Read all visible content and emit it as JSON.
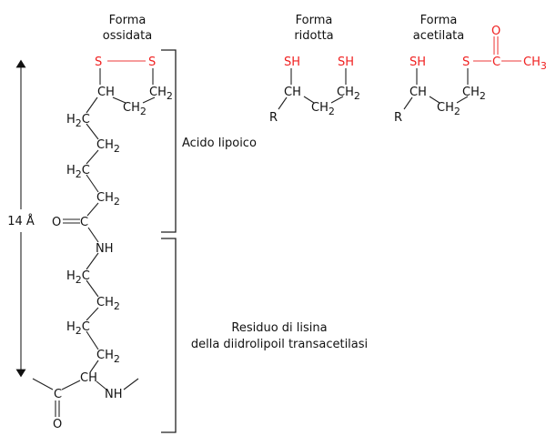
{
  "titles": {
    "oxidized": [
      "Forma",
      "ossidata"
    ],
    "reduced": [
      "Forma",
      "ridotta"
    ],
    "acetylated": [
      "Forma",
      "acetilata"
    ]
  },
  "labels": {
    "lipoic_acid": "Acido lipoico",
    "lysine_line1": "Residuo di lisina",
    "lysine_line2": "della diidrolipoil transacetilasi",
    "distance": "14 Å"
  },
  "oxidized_atoms": [
    "S",
    "S",
    "CH",
    "CH2",
    "CH2",
    "H2C",
    "CH2",
    "H2C",
    "CH2",
    "O",
    "C",
    "NH",
    "H2C",
    "CH2",
    "H2C",
    "CH2",
    "CH",
    "C",
    "O",
    "NH"
  ],
  "reduced_atoms": [
    "SH",
    "SH",
    "CH",
    "CH2",
    "CH2",
    "R"
  ],
  "acetylated_atoms": [
    "SH",
    "S",
    "C",
    "CH3",
    "O",
    "CH",
    "CH2",
    "CH2",
    "R"
  ],
  "colors": {
    "highlight": "#f02020",
    "bond": "#222222"
  }
}
